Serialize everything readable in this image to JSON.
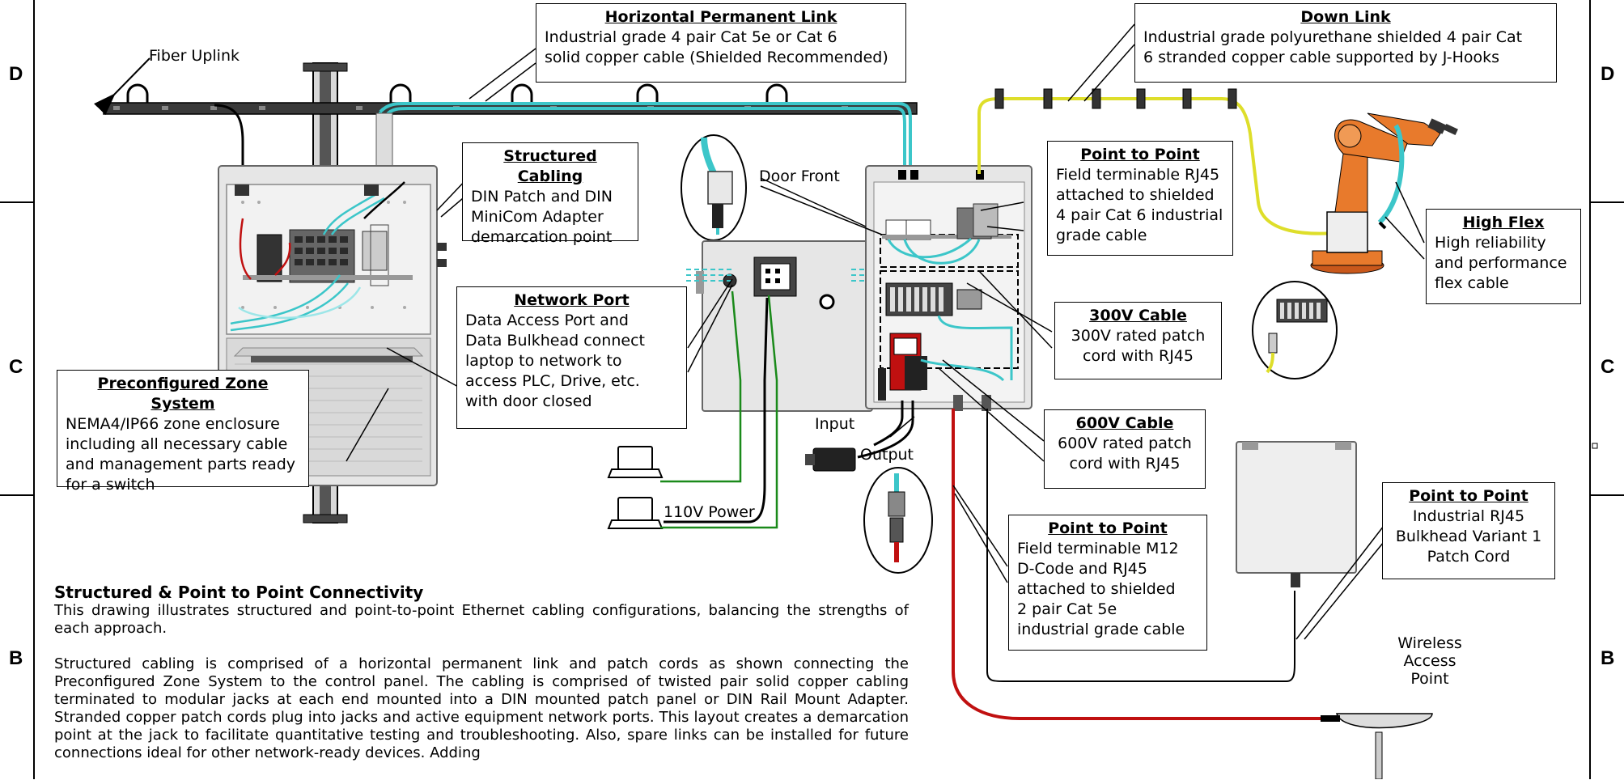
{
  "zones": {
    "left": [
      "D",
      "C",
      "B"
    ],
    "right": [
      "D",
      "C",
      "B"
    ]
  },
  "labels": {
    "fiber_uplink": "Fiber Uplink",
    "door_front": "Door Front",
    "input": "Input",
    "output": "Output",
    "power": "110V Power",
    "wireless": "Wireless Access\nPoint"
  },
  "callouts": {
    "horizontal_link": {
      "title": "Horizontal Permanent Link",
      "body": "Industrial grade 4 pair Cat 5e or Cat 6\nsolid copper cable (Shielded Recommended)"
    },
    "down_link": {
      "title": "Down Link",
      "body": "Industrial grade polyurethane shielded 4 pair Cat\n6 stranded copper cable supported by J-Hooks"
    },
    "structured_cabling": {
      "title": "Structured Cabling",
      "body": "DIN Patch and DIN\nMiniCom Adapter\ndemarcation point"
    },
    "point_to_point_rj45": {
      "title": "Point to Point",
      "body": "Field terminable RJ45\nattached to shielded\n4 pair Cat 6 industrial\ngrade cable"
    },
    "high_flex": {
      "title": "High Flex",
      "body": "High reliability\nand performance\nflex cable"
    },
    "network_port": {
      "title": "Network Port",
      "body": "Data Access Port and\nData Bulkhead connect\nlaptop to network to\naccess PLC, Drive, etc.\nwith door closed"
    },
    "cable_300v": {
      "title": "300V Cable",
      "body": "300V rated patch\ncord with RJ45"
    },
    "cable_600v": {
      "title": "600V Cable",
      "body": "600V rated patch\ncord with RJ45"
    },
    "zone_system": {
      "title": "Preconfigured Zone System",
      "body": "NEMA4/IP66 zone enclosure\nincluding all necessary cable\nand management parts ready\nfor a switch"
    },
    "point_to_point_m12": {
      "title": "Point to Point",
      "body": "Field terminable M12\nD-Code and RJ45\nattached to shielded\n2 pair Cat 5e\nindustrial grade cable"
    },
    "point_to_point_bulkhead": {
      "title": "Point to Point",
      "body": "Industrial RJ45\nBulkhead Variant 1\nPatch Cord"
    }
  },
  "description": {
    "heading": "Structured & Point to Point Connectivity",
    "paragraphs": [
      "This drawing illustrates structured and point-to-point Ethernet cabling configurations, balancing the strengths of each approach.",
      "Structured cabling is comprised of a horizontal permanent link and patch cords as shown connecting the Preconfigured Zone System to the control panel. The cabling is comprised of twisted pair solid copper cabling terminated to modular jacks at each end mounted into a DIN mounted patch panel or DIN Rail Mount Adapter.  Stranded copper patch cords plug into jacks and active equipment network ports.  This layout creates a demarcation point at the jack to facilitate quantitative testing and troubleshooting. Also, spare links can be installed for future connections ideal for other network-ready devices. Adding"
    ]
  },
  "colors": {
    "teal": "#3cc6c9",
    "yellow": "#dede2a",
    "red": "#c01010",
    "green": "#1a8a1a",
    "orange": "#e87a2c",
    "enclosure": "#e6e6e6"
  }
}
